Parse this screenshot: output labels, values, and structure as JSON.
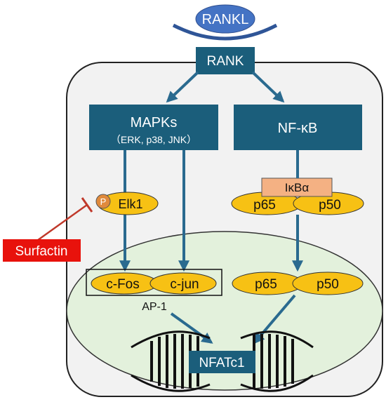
{
  "nodes": {
    "rankl": "RANKL",
    "rank": "RANK",
    "mapks_title": "MAPKs",
    "mapks_sub": "（ERK, p38, JNK）",
    "nfkb": "NF-κB",
    "ikba": "IκBα",
    "elk1": "Elk1",
    "phospho": "P",
    "p65_top": "p65",
    "p50_top": "p50",
    "surfactin": "Surfactin",
    "cfos": "c-Fos",
    "cjun": "c-jun",
    "ap1": "AP-1",
    "p65_bottom": "p65",
    "p50_bottom": "p50",
    "nfatc1": "NFATc1"
  },
  "colors": {
    "teal": "#1b5e7b",
    "arrow": "#2a6a8f",
    "blue_ellipse": "#4473c4",
    "yellow": "#f7c114",
    "salmon": "#f4b183",
    "nucleus": "#e3f1dc",
    "cell": "#f2f2f2",
    "red": "#e8120c",
    "inhibit": "#c0392b"
  }
}
